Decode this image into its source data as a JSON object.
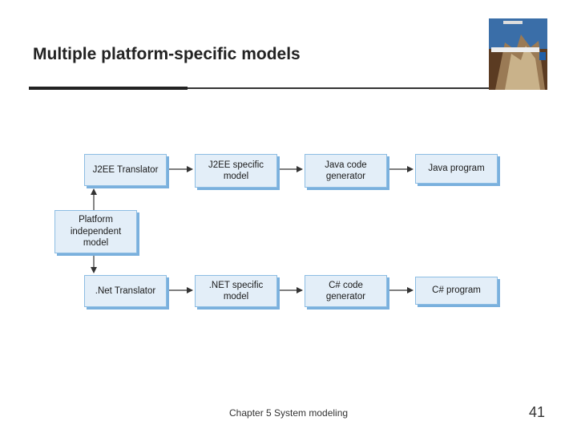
{
  "slide": {
    "title": "Multiple platform-specific models",
    "footer": "Chapter 5 System modeling",
    "page_number": "41"
  },
  "book_cover": {
    "icon": "book-cover-image",
    "accent": "#1f5fa8"
  },
  "diagram": {
    "boxes": {
      "j2ee_translator": "J2EE Translator",
      "j2ee_model": "J2EE specific\nmodel",
      "java_generator": "Java code\ngenerator",
      "java_program": "Java program",
      "platform_model": "Platform\nindependent\nmodel",
      "net_translator": ".Net Translator",
      "net_model": ".NET specific\nmodel",
      "csharp_generator": "C# code\ngenerator",
      "csharp_program": "C# program"
    },
    "colors": {
      "box_fill": "#e3eef8",
      "box_border": "#8dbde3",
      "box_shadow": "#7ab0dd",
      "arrow": "#333333"
    }
  }
}
